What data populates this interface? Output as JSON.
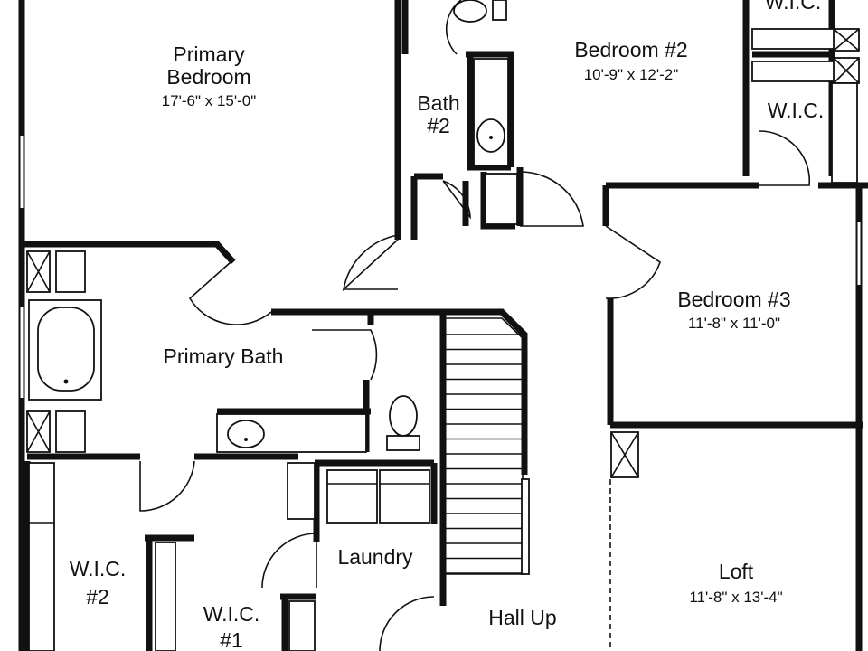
{
  "rooms": {
    "primary_bedroom": {
      "name_line1": "Primary",
      "name_line2": "Bedroom",
      "size": "17'-6\" x 15'-0\""
    },
    "bath2": {
      "name_line1": "Bath",
      "name_line2": "#2"
    },
    "bedroom2": {
      "name": "Bedroom #2",
      "size": "10'-9\" x 12'-2\""
    },
    "wic_top": {
      "name": "W.I.C."
    },
    "wic_right": {
      "name": "W.I.C."
    },
    "bedroom3": {
      "name": "Bedroom #3",
      "size": "11'-8\" x 11'-0\""
    },
    "primary_bath": {
      "name": "Primary Bath"
    },
    "laundry": {
      "name": "Laundry"
    },
    "loft": {
      "name": "Loft",
      "size": "11'-8\" x 13'-4\""
    },
    "wic2": {
      "name_line1": "W.I.C.",
      "name_line2": "#2"
    },
    "wic1": {
      "name_line1": "W.I.C.",
      "name_line2": "#1"
    },
    "hall": {
      "name": "Hall Up"
    }
  }
}
